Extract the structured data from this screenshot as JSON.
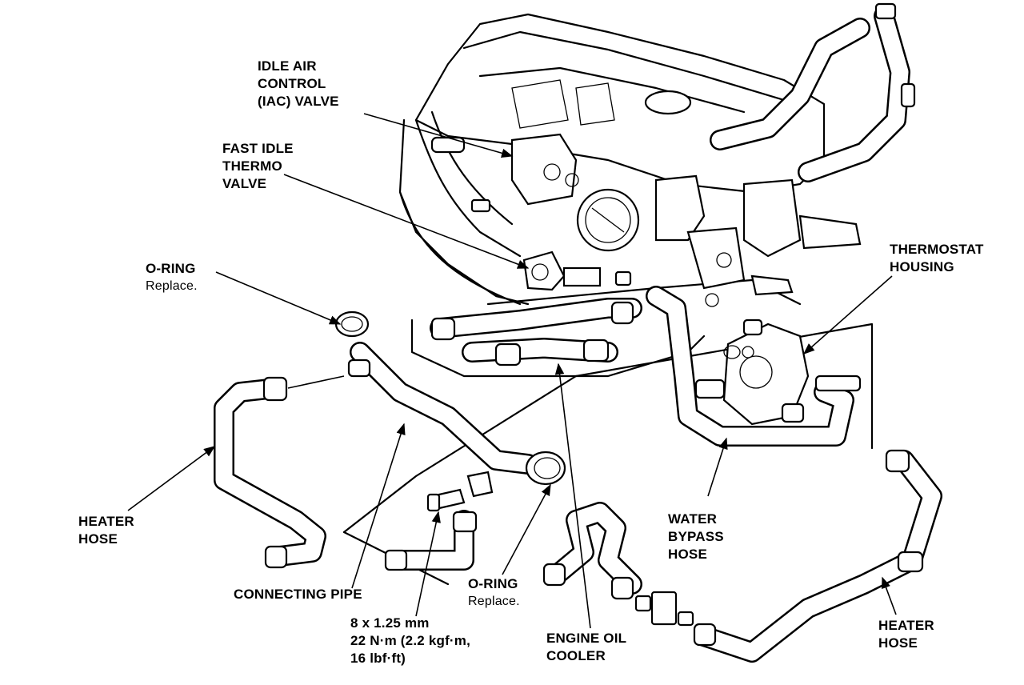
{
  "labels": {
    "iac_valve": [
      "IDLE AIR",
      "CONTROL",
      "(IAC) VALVE"
    ],
    "fast_idle": [
      "FAST IDLE",
      "THERMO",
      "VALVE"
    ],
    "o_ring_top": {
      "title": "O-RING",
      "note": "Replace."
    },
    "thermostat": [
      "THERMOSTAT",
      "HOUSING"
    ],
    "heater_hose_left": [
      "HEATER",
      "HOSE"
    ],
    "connecting_pipe": "CONNECTING PIPE",
    "bolt_spec": [
      "8 x 1.25 mm",
      "22 N·m (2.2 kgf·m,",
      "16 lbf·ft)"
    ],
    "o_ring_bottom": {
      "title": "O-RING",
      "note": "Replace."
    },
    "engine_oil_cooler": [
      "ENGINE OIL",
      "COOLER"
    ],
    "water_bypass": [
      "WATER",
      "BYPASS",
      "HOSE"
    ],
    "heater_hose_right": [
      "HEATER",
      "HOSE"
    ]
  }
}
